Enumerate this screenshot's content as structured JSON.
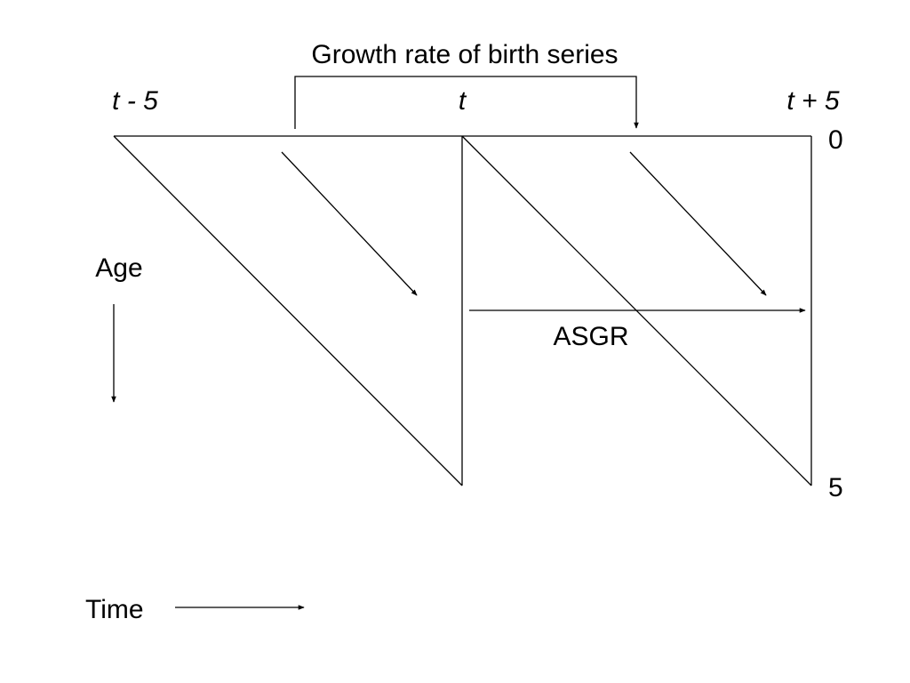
{
  "title": "Growth rate of birth series",
  "time_labels": {
    "left": "t - 5",
    "middle": "t",
    "right": "t + 5"
  },
  "age_labels": {
    "top": "0",
    "bottom": "5"
  },
  "axis_labels": {
    "age": "Age",
    "time": "Time"
  },
  "asgr_label": "ASGR",
  "colors": {
    "line": "#000000",
    "background": "#ffffff"
  }
}
